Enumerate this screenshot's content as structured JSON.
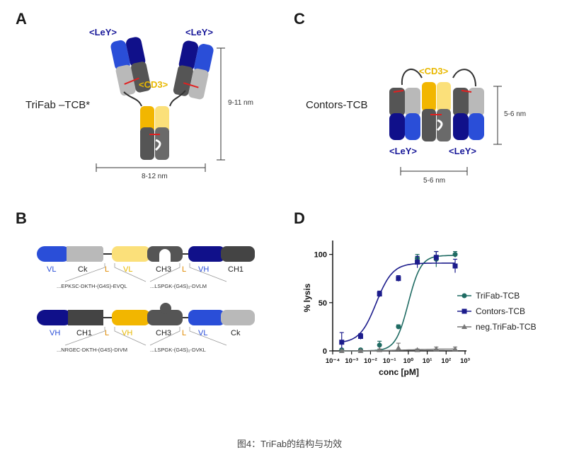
{
  "panels": {
    "A": {
      "letter": "A",
      "ley_left": "<LeY>",
      "ley_right": "<LeY>",
      "cd3": "<CD3>",
      "name": "TriFab –TCB*",
      "height_label": "9-11 nm",
      "width_label": "8-12 nm"
    },
    "C": {
      "letter": "C",
      "cd3": "<CD3>",
      "ley_left": "<LeY>",
      "ley_right": "<LeY>",
      "name": "Contors-TCB",
      "height_label": "5-6 nm",
      "width_label": "5-6 nm"
    },
    "B": {
      "letter": "B",
      "row1": {
        "segments": [
          "VL",
          "Ck",
          "L",
          "VL",
          "CH3",
          "L",
          "VH",
          "CH1"
        ],
        "seq_left": "...EPKSC-DKTH-(G4S)-EVQL",
        "seq_right": "...LSPGK-(G4S)₂-DVLM"
      },
      "row2": {
        "segments": [
          "VH",
          "CH1",
          "L",
          "VH",
          "CH3",
          "L",
          "VL",
          "Ck"
        ],
        "seq_left": "...NRGEC-DKTH-(G4S)-DIVM",
        "seq_right": "...LSPGK-(G4S)₂-DVKL"
      }
    },
    "D": {
      "letter": "D"
    }
  },
  "chart_data": {
    "type": "scatter",
    "xlabel": "conc [pM]",
    "ylabel": "% lysis",
    "xscale": "log",
    "xlim": [
      0.0001,
      1000
    ],
    "ylim": [
      0,
      110
    ],
    "x_tick_labels": [
      "10⁻⁴",
      "10⁻³",
      "10⁻²",
      "10⁻¹",
      "10⁰",
      "10¹",
      "10²",
      "10³"
    ],
    "y_tick_labels": [
      "0",
      "50",
      "100"
    ],
    "y_ticks": [
      0,
      50,
      100
    ],
    "legend_placement": "right",
    "grid": false,
    "series": [
      {
        "name": "TriFab-TCB",
        "color": "#1f6b63",
        "marker": "circle",
        "x": [
          0.0003,
          0.003,
          0.03,
          0.3,
          3,
          30,
          300
        ],
        "y": [
          1,
          1,
          6,
          25,
          96,
          95,
          100
        ],
        "err": [
          1,
          1,
          4,
          2,
          4,
          8,
          3
        ]
      },
      {
        "name": "Contors-TCB",
        "color": "#1c1c8c",
        "marker": "square",
        "x": [
          0.0003,
          0.003,
          0.03,
          0.3,
          3,
          30,
          300
        ],
        "y": [
          9,
          15,
          59,
          75,
          92,
          97,
          88
        ],
        "err": [
          10,
          3,
          3,
          3,
          6,
          6,
          7
        ]
      },
      {
        "name": "neg.TriFab-TCB",
        "color": "#777777",
        "marker": "triangle",
        "x": [
          0.0003,
          0.003,
          0.03,
          0.3,
          3,
          30,
          300
        ],
        "y": [
          0,
          0,
          1,
          3,
          1,
          2,
          2
        ],
        "err": [
          1,
          1,
          1,
          5,
          1,
          2,
          2
        ]
      }
    ]
  },
  "caption": "图4：TriFab的结构与功效"
}
